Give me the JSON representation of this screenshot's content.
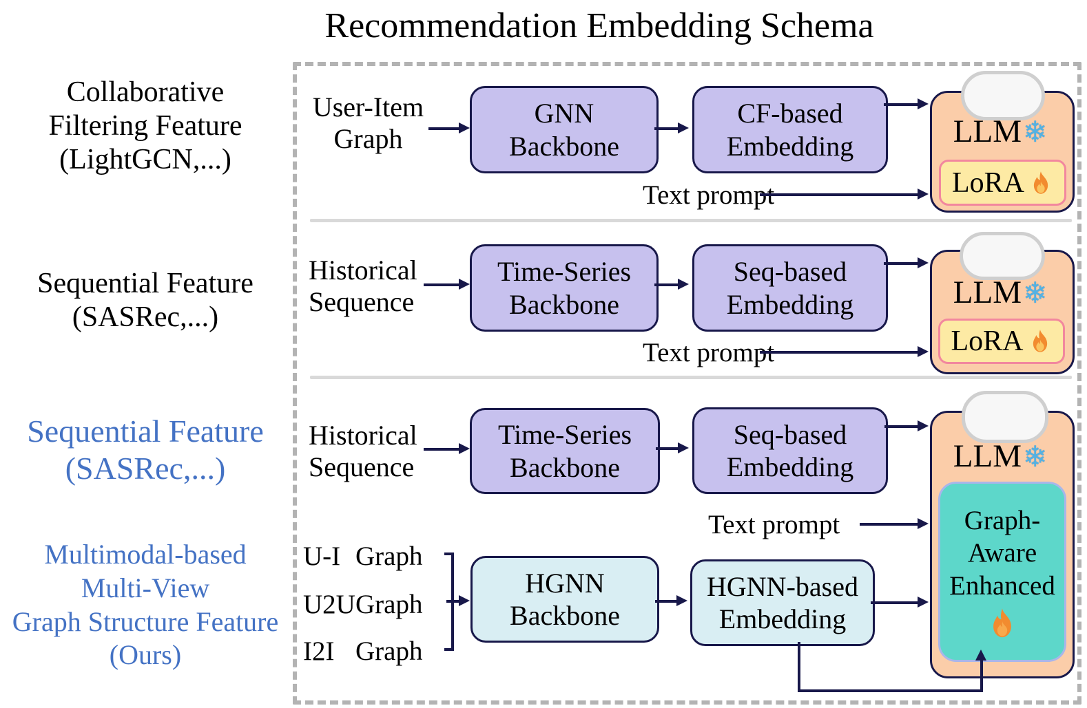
{
  "title": "Recommendation Embedding Schema",
  "row1": {
    "label_lines": [
      "Collaborative",
      "Filtering Feature",
      "(LightGCN,...)"
    ],
    "input_lines": [
      "User-Item",
      "Graph"
    ],
    "backbone_lines": [
      "GNN",
      "Backbone"
    ],
    "embedding_lines": [
      "CF-based",
      "Embedding"
    ],
    "text_prompt": "Text prompt",
    "llm_label": "LLM",
    "snowflake": "❄",
    "lora_label": "LoRA"
  },
  "row2": {
    "label_lines": [
      "Sequential Feature",
      "(SASRec,...)"
    ],
    "input_lines": [
      "Historical",
      "Sequence"
    ],
    "backbone_lines": [
      "Time-Series",
      "Backbone"
    ],
    "embedding_lines": [
      "Seq-based",
      "Embedding"
    ],
    "text_prompt": "Text prompt",
    "llm_label": "LLM",
    "snowflake": "❄",
    "lora_label": "LoRA"
  },
  "row3": {
    "label_seq_lines": [
      "Sequential Feature",
      "(SASRec,...)"
    ],
    "label_graph_lines": [
      "Multimodal-based",
      "Multi-View",
      "Graph Structure Feature",
      "(Ours)"
    ],
    "input_lines": [
      "Historical",
      "Sequence"
    ],
    "backbone_lines": [
      "Time-Series",
      "Backbone"
    ],
    "embedding_lines": [
      "Seq-based",
      "Embedding"
    ],
    "text_prompt": "Text prompt",
    "graph_inputs": [
      {
        "c1": "U-I",
        "c2": "Graph"
      },
      {
        "c1": "U2U",
        "c2": "Graph"
      },
      {
        "c1": "I2I",
        "c2": "Graph"
      }
    ],
    "hgnn_backbone_lines": [
      "HGNN",
      "Backbone"
    ],
    "hgnn_embedding_lines": [
      "HGNN-based",
      "Embedding"
    ],
    "llm_label": "LLM",
    "snowflake": "❄",
    "graph_aware_lines": [
      "Graph-",
      "Aware",
      "Enhanced"
    ]
  },
  "colors": {
    "purple_fill": "#c7c1ee",
    "cyan_fill": "#d9eef3",
    "navy_line": "#18184a",
    "peach_fill": "#fbcda9",
    "lora_yellow": "#fdeaa4",
    "lora_pink_border": "#f2879e",
    "teal_fill": "#5dd7ca",
    "teal_border": "#a9b6ea",
    "robot_blue": "#7da2e8",
    "blue_text": "#4472c4",
    "snowflake_blue": "#53b2e4",
    "flame_orange": "#f28b2f",
    "dash_gray": "#b3b3b3",
    "separator_gray": "#d9d9d9"
  }
}
